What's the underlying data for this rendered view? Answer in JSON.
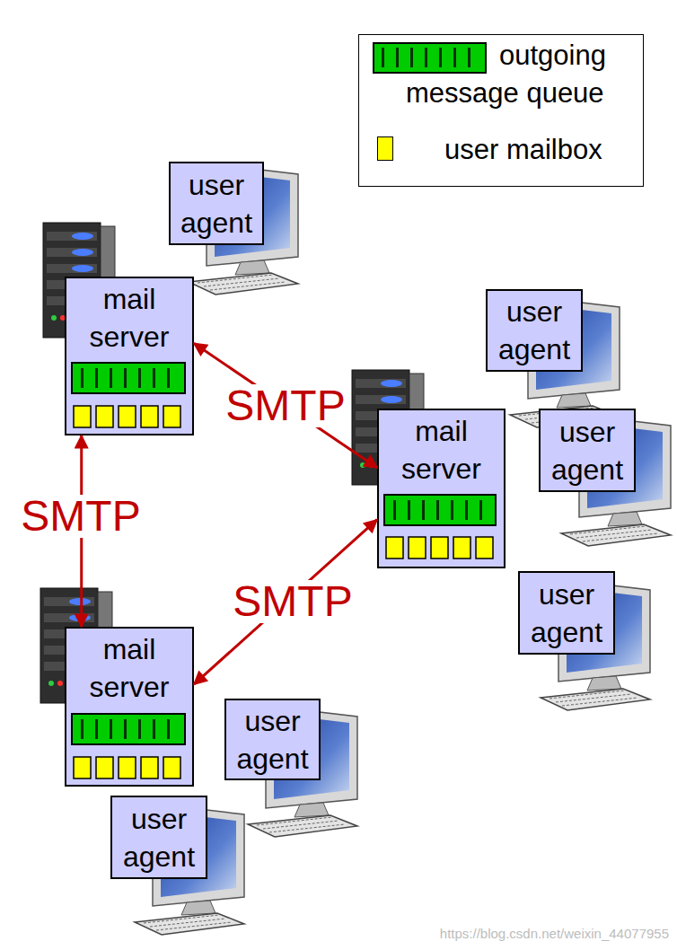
{
  "diagram": {
    "nodes": [
      {
        "text": [
          "user agent"
        ]
      },
      {
        "text": [
          "mail server"
        ]
      },
      {
        "text": [
          "user agent"
        ]
      },
      {
        "text": [
          "mail server"
        ]
      },
      {
        "text": [
          "user agent"
        ]
      },
      {
        "text": [
          "user agent"
        ]
      },
      {
        "text": [
          "mail server"
        ]
      },
      {
        "text": [
          "user agent"
        ]
      },
      {
        "text": [
          "user agent"
        ]
      }
    ],
    "edges": [
      {
        "from": 1,
        "to": 3,
        "label": "SMTP",
        "arrow": "both"
      },
      {
        "from": 1,
        "to": 6,
        "label": "SMTP",
        "arrow": "both"
      },
      {
        "from": 6,
        "to": 3,
        "label": "SMTP",
        "arrow": "both"
      }
    ],
    "labels": [
      "https://blog.csdn.net/weixin_44077955"
    ],
    "legend": [
      {
        "text": "outgoing message queue",
        "color": "#00cc00"
      },
      {
        "text": "user mailbox",
        "color": "#ffff00"
      }
    ]
  }
}
